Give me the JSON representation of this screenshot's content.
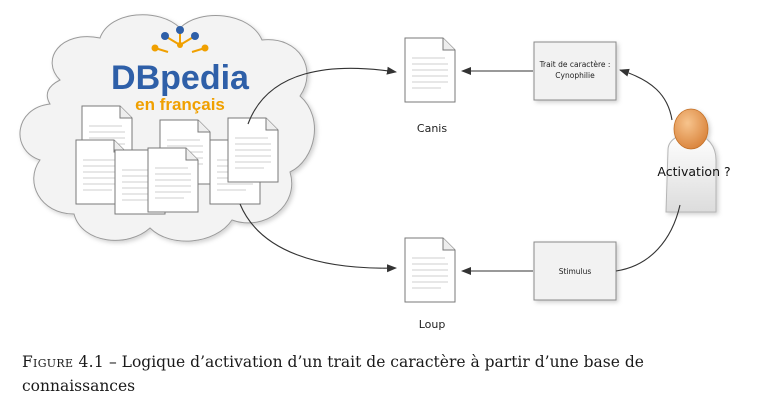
{
  "logo": {
    "line1": "DBpedia",
    "line2": "en français"
  },
  "nodes": {
    "canis": "Canis",
    "loup": "Loup",
    "trait_line1": "Trait de caractère :",
    "trait_line2": "Cynophilie",
    "stimulus": "Stimulus",
    "activation": "Activation ?"
  },
  "caption": {
    "label": "Figure 4.1",
    "text": " – Logique d’activation d’un trait de caractère à partir d’une base de connaissances"
  }
}
